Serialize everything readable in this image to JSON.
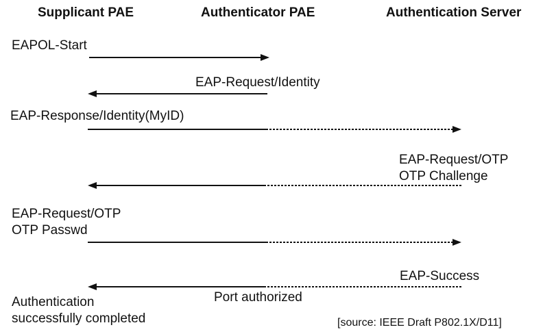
{
  "diagram": {
    "columns": [
      {
        "id": "supplicant",
        "label": "Supplicant PAE"
      },
      {
        "id": "authenticator",
        "label": "Authenticator PAE"
      },
      {
        "id": "server",
        "label": "Authentication Server"
      }
    ],
    "messages": [
      {
        "lines": [
          "EAPOL-Start"
        ],
        "from": "Supplicant PAE",
        "to": "Authenticator PAE",
        "direction": "right",
        "line_style": "solid"
      },
      {
        "lines": [
          "EAP-Request/Identity"
        ],
        "from": "Authenticator PAE",
        "to": "Supplicant PAE",
        "direction": "left",
        "line_style": "solid"
      },
      {
        "lines": [
          "EAP-Response/Identity(MyID)"
        ],
        "from": "Supplicant PAE",
        "to": "Authentication Server",
        "direction": "right",
        "line_style": "solid-then-dashed"
      },
      {
        "lines": [
          "EAP-Request/OTP",
          "OTP Challenge"
        ],
        "from": "Authentication Server",
        "to": "Supplicant PAE",
        "direction": "left",
        "line_style": "dashed-then-solid"
      },
      {
        "lines": [
          "EAP-Request/OTP",
          "OTP Passwd"
        ],
        "from": "Supplicant PAE",
        "to": "Authentication Server",
        "direction": "right",
        "line_style": "solid-then-dashed"
      },
      {
        "lines": [
          "EAP-Success"
        ],
        "from": "Authentication Server",
        "to": "Supplicant PAE",
        "direction": "left",
        "line_style": "dashed-then-solid"
      }
    ],
    "annotations": {
      "port_authorized": "Port authorized",
      "completion_line1": "Authentication",
      "completion_line2": "successfully completed",
      "source": "[source: IEEE Draft P802.1X/D11]"
    },
    "colors": {
      "background": "#ffffff",
      "ink": "#111111"
    }
  }
}
